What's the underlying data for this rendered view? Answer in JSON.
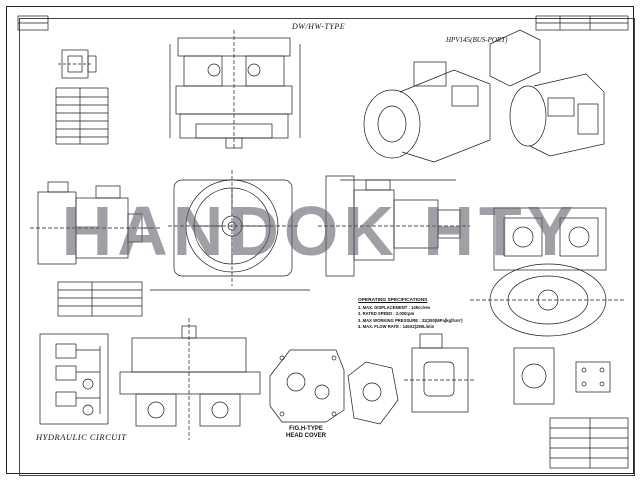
{
  "drawing": {
    "type_title": "DW/HW-TYPE",
    "port_title": "HPV145(BUS-PORT)",
    "circuit_title": "HYDRAULIC CIRCUIT",
    "head_title_line1": "F/G.H-TYPE",
    "head_title_line2": "HEAD COVER"
  },
  "specs": {
    "heading": "OPERATING SPECIFICATIONS",
    "items": [
      "1. MAX. DISPLACEMENT : 145cc/rev",
      "2. RATED SPEED : 2,000rpm",
      "3. MAX WORKING PRESSURE : 32(350)MPa(kgf/cm²)",
      "4. MAX. FLOW RATE : 145X2(290L/min"
    ]
  },
  "watermark": "HANDOK HTY",
  "colors": {
    "line": "#1a1a1a",
    "paper": "#ffffff",
    "watermark": "#5f5f69"
  }
}
